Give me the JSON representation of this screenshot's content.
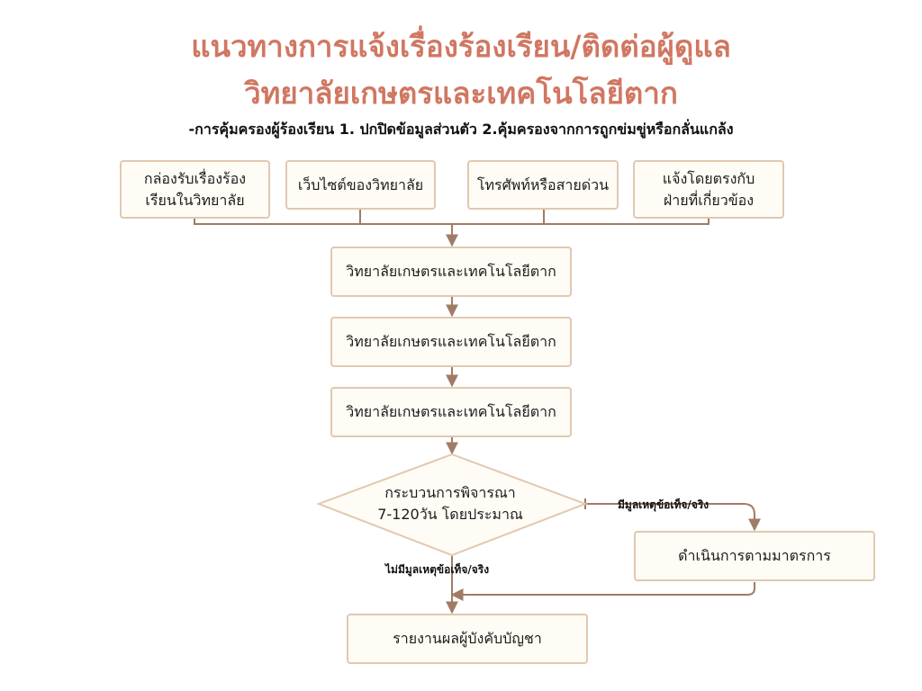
{
  "title": {
    "line1": "แนวทางการแจ้งเรื่องร้องเรียน/ติดต่อผู้ดูแล",
    "line2": "วิทยาลัยเกษตรและเทคโนโลยีตาก"
  },
  "subtitle": "-การคุ้มครองผู้ร้องเรียน 1. ปกปิดข้อมูลส่วนตัว 2.คุ้มครองจากการถูกข่มขู่หรือกลั่นแกล้ง",
  "channels": [
    {
      "line1": "กล่องรับเรื่องร้อง",
      "line2": "เรียนในวิทยาลัย"
    },
    {
      "line1": "เว็บไซต์ของวิทยาลัย",
      "line2": ""
    },
    {
      "line1": "โทรศัพท์หรือสายด่วน",
      "line2": ""
    },
    {
      "line1": "แจ้งโดยตรงกับ",
      "line2": "ฝ่ายที่เกี่ยวข้อง"
    }
  ],
  "steps": [
    "วิทยาลัยเกษตรและเทคโนโลยีตาก",
    "วิทยาลัยเกษตรและเทคโนโลยีตาก",
    "วิทยาลัยเกษตรและเทคโนโลยีตาก"
  ],
  "decision": {
    "line1": "กระบวนการพิจารณา",
    "line2": "7-120วัน โดยประมาณ"
  },
  "edge_yes": "มีมูลเหตุข้อเท็จ/จริง",
  "edge_no": "ไม่มีมูลเหตุข้อเท็จ/จริง",
  "action": "ดำเนินการตามมาตรการ",
  "report": "รายงานผลผู้บังคับบัญชา",
  "colors": {
    "title": "#d07762",
    "box_fill": "#fffcf5",
    "box_border": "#e1c8b1",
    "connector": "#a07c66"
  }
}
